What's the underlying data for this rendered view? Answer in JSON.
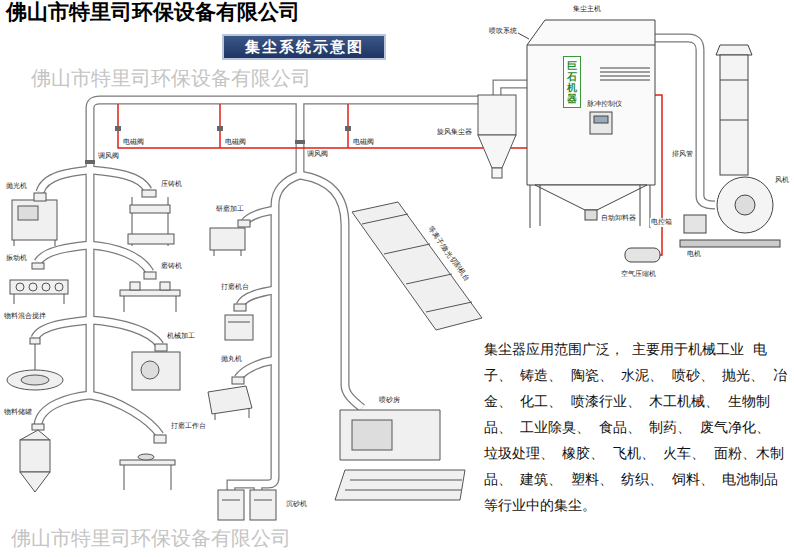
{
  "diagram": {
    "title": "佛山市特里司环保设备有限公司",
    "nodes": [
      {
        "text": [
          "集尘系统示意图"
        ]
      },
      {
        "text": [
          "巨石机器"
        ]
      }
    ],
    "labels": [
      "集尘主机",
      "喷吹系统",
      "旋风集尘器",
      "脉冲控制仪",
      "自动卸料器",
      "空气压缩机",
      "排风管",
      "风机",
      "电控箱",
      "电机",
      "电磁阀",
      "电磁阀",
      "电磁阀",
      "调风阀",
      "调风阀",
      "抛光机",
      "压铸机",
      "振动机",
      "磨铸机",
      "物料混合搅拌",
      "机械加工",
      "物料储罐",
      "打磨工作台",
      "研磨加工",
      "打磨机台",
      "抛丸机",
      "沉砂机",
      "等离子/激光切割机台",
      "喷砂房",
      "佛山市特里司环保设备有限公司",
      "佛山市特里司环保设备有限公司",
      "集尘器应用范围广泛， 主要用于机械工业 电子、 铸造、 陶瓷、 水泥、 喷砂、 抛光、 冶金、 化工、 喷漆行业、 木工机械、 生物制品、 工业除臭、 食品、 制药、 废气净化、 垃圾处理、 橡胶、 飞机、 火车、 面粉、木制品、 建筑、 塑料、 纺织、 饲料、 电池制品等行业中的集尘。"
    ]
  }
}
